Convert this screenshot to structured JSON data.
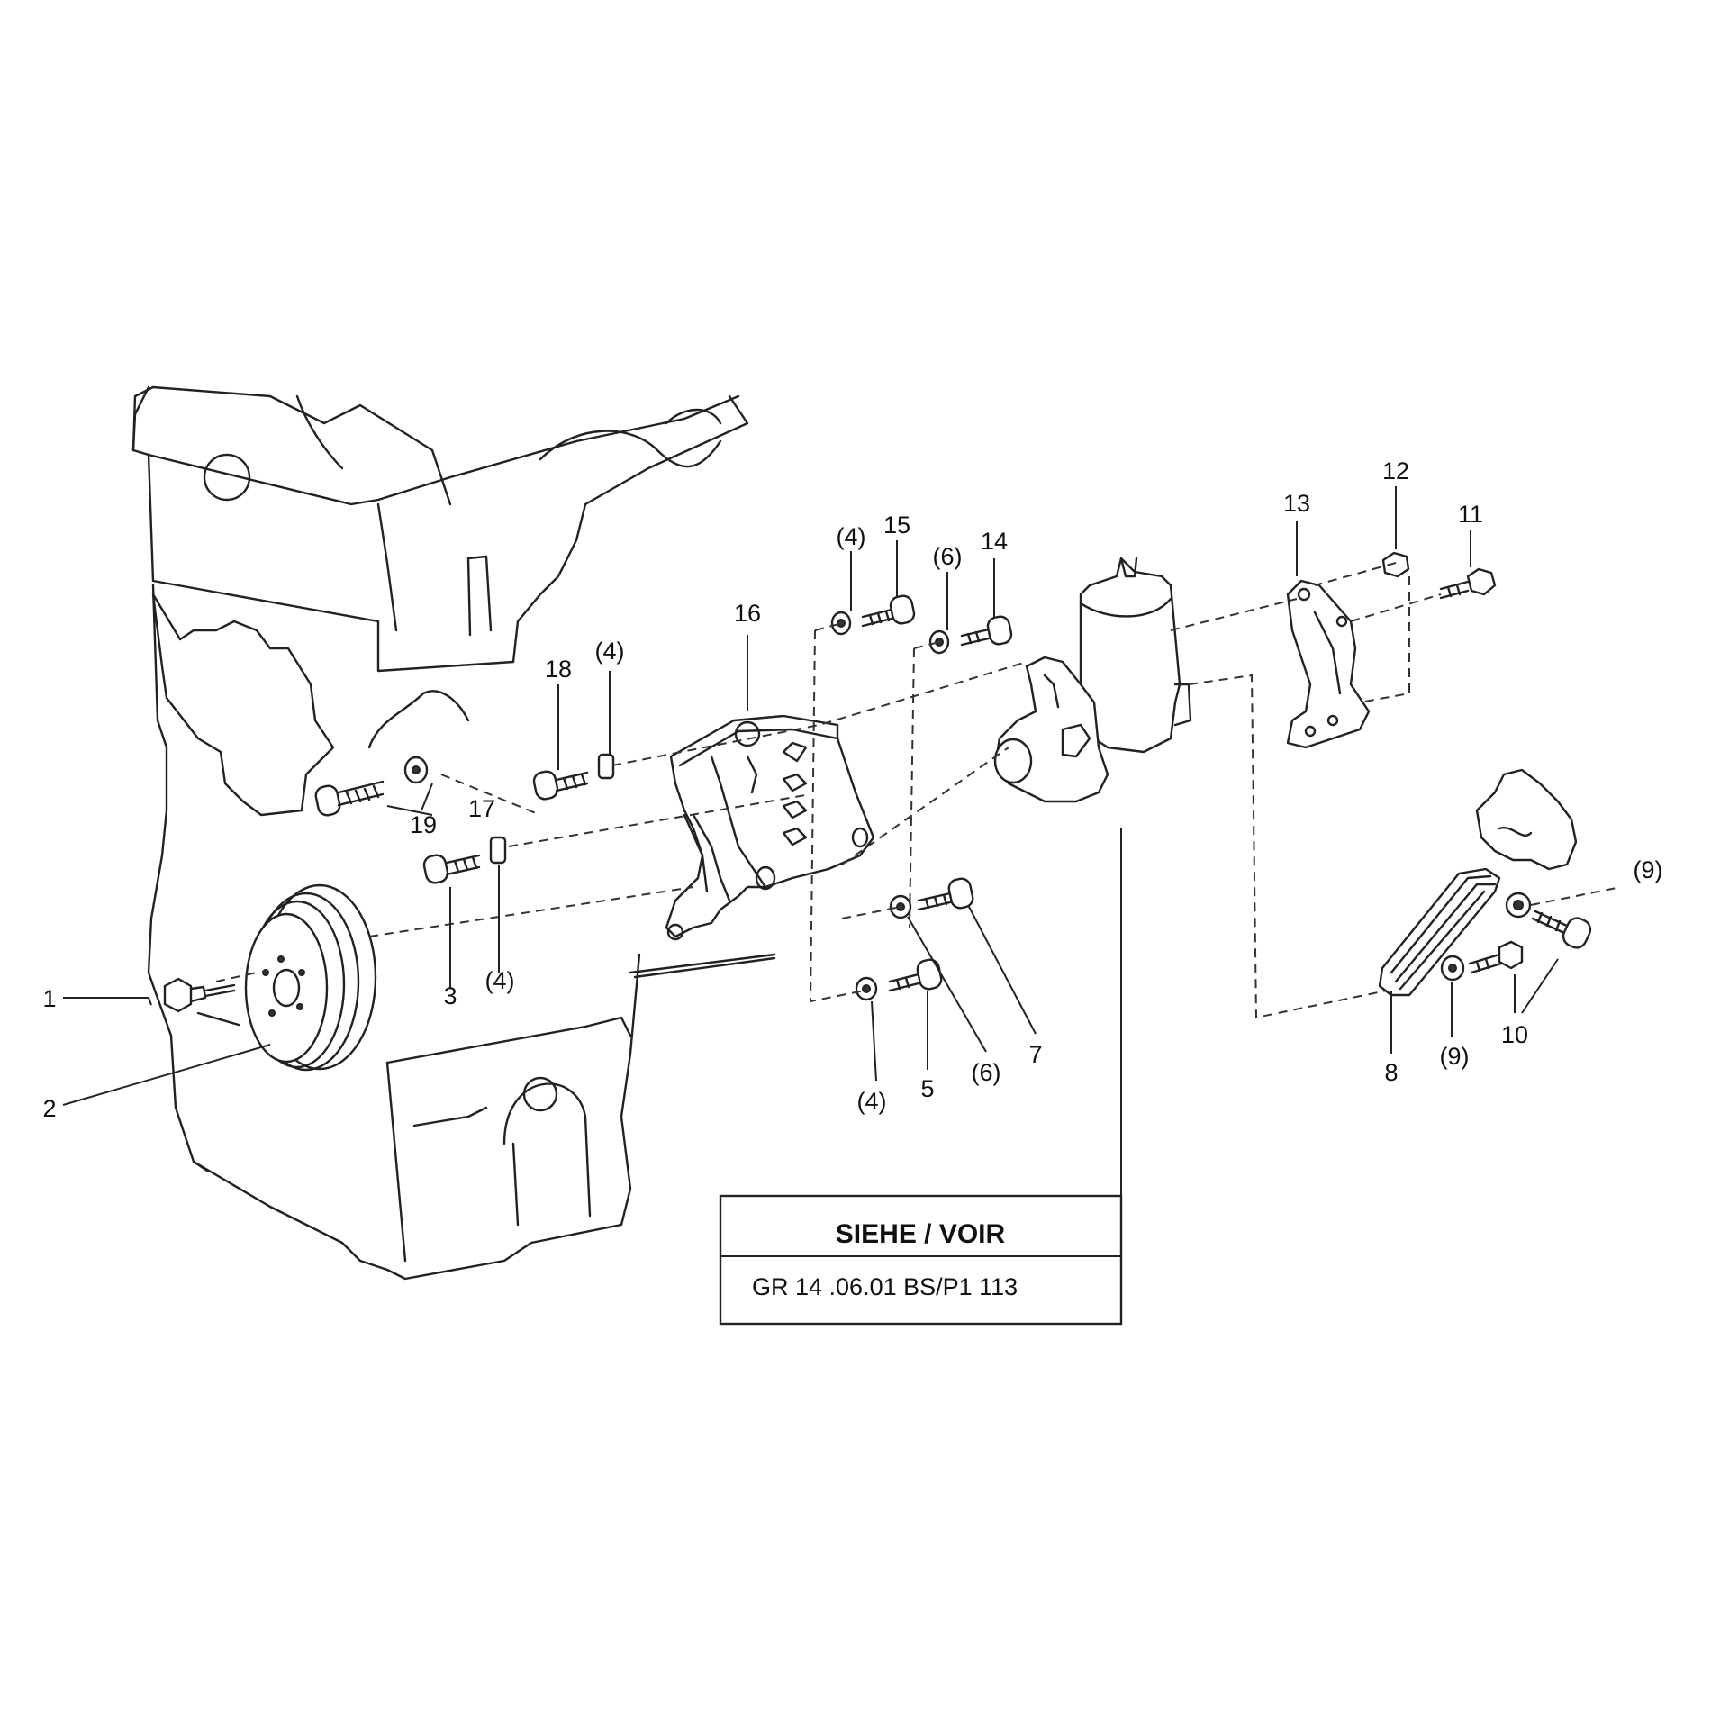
{
  "callouts": {
    "c1": "1",
    "c2": "2",
    "c3": "3",
    "c4a": "(4)",
    "c4b": "(4)",
    "c4c": "(4)",
    "c4d": "(4)",
    "c5": "5",
    "c6a": "(6)",
    "c6b": "(6)",
    "c7": "7",
    "c8": "8",
    "c9a": "(9)",
    "c9b": "(9)",
    "c10": "10",
    "c11": "11",
    "c12": "12",
    "c13": "13",
    "c14": "14",
    "c15": "15",
    "c16": "16",
    "c17": "17",
    "c18": "18",
    "c19": "19"
  },
  "reference_box": {
    "title": "SIEHE / VOIR",
    "reference": "GR  14 .06.01  BS/P1 113"
  }
}
